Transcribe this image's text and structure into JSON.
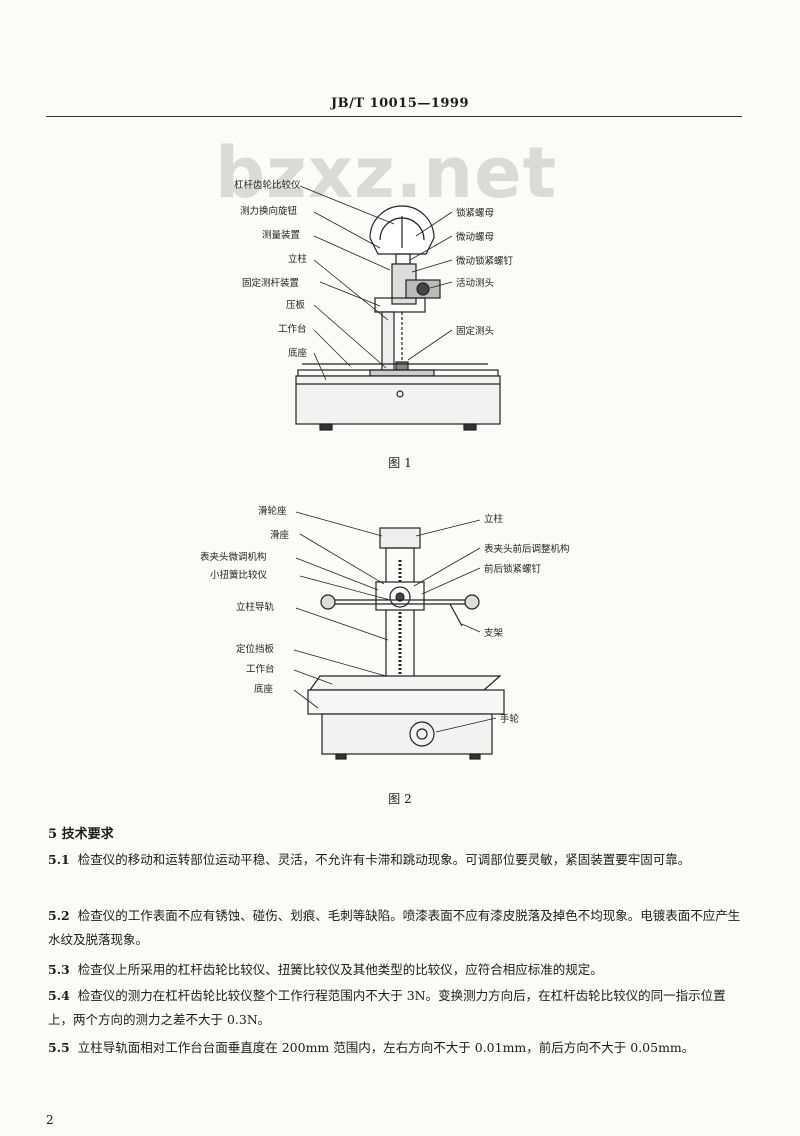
{
  "header": {
    "standard_id": "JB/T 10015—1999"
  },
  "watermark": "bzxz.net",
  "figure1": {
    "caption": "图 1",
    "labels": {
      "lever_gear_comparator": "杠杆齿轮比较仪",
      "force_direction_knob": "测力换向旋钮",
      "measuring_device": "测量装置",
      "column": "立柱",
      "fixed_measuring_rod_device": "固定测杆装置",
      "pressure_plate": "压板",
      "work_table": "工作台",
      "base": "底座",
      "locking_nut": "锁紧螺母",
      "micro_nut": "微动螺母",
      "micro_lock_screw": "微动锁紧螺钉",
      "moving_probe": "活动测头",
      "fixed_probe": "固定测头"
    }
  },
  "figure2": {
    "caption": "图 2",
    "labels": {
      "slider_seat": "滑轮座",
      "slide_seat": "滑座",
      "gauge_holder_mechanism": "表夹头微调机构",
      "small_torsion_comparator": "小扭簧比较仪",
      "column_guide": "立柱导轨",
      "positioning_rod": "定位挡板",
      "work_table": "工作台",
      "base": "底座",
      "column": "立柱",
      "gauge_front_back_adjust": "表夹头前后调整机构",
      "front_back_lock_screw": "前后锁紧螺钉",
      "support": "支架",
      "handwheel": "手轮"
    }
  },
  "section": {
    "title": "5  技术要求",
    "items": [
      {
        "num": "5.1",
        "text": "检查仪的移动和运转部位运动平稳、灵活，不允许有卡滞和跳动现象。可调部位要灵敏，紧固装置要牢固可靠。"
      },
      {
        "num": "5.2",
        "text": "检查仪的工作表面不应有锈蚀、碰伤、划痕、毛刺等缺陷。喷漆表面不应有漆皮脱落及掉色不均现象。电镀表面不应产生水纹及脱落现象。"
      },
      {
        "num": "5.3",
        "text": "检查仪上所采用的杠杆齿轮比较仪、扭簧比较仪及其他类型的比较仪，应符合相应标准的规定。"
      },
      {
        "num": "5.4",
        "text": "检查仪的测力在杠杆齿轮比较仪整个工作行程范围内不大于 3N。变换测力方向后，在杠杆齿轮比较仪的同一指示位置上，两个方向的测力之差不大于 0.3N。"
      },
      {
        "num": "5.5",
        "text": "立柱导轨面相对工作台台面垂直度在 200mm 范围内，左右方向不大于 0.01mm，前后方向不大于 0.05mm。"
      }
    ]
  },
  "page_number": "2"
}
